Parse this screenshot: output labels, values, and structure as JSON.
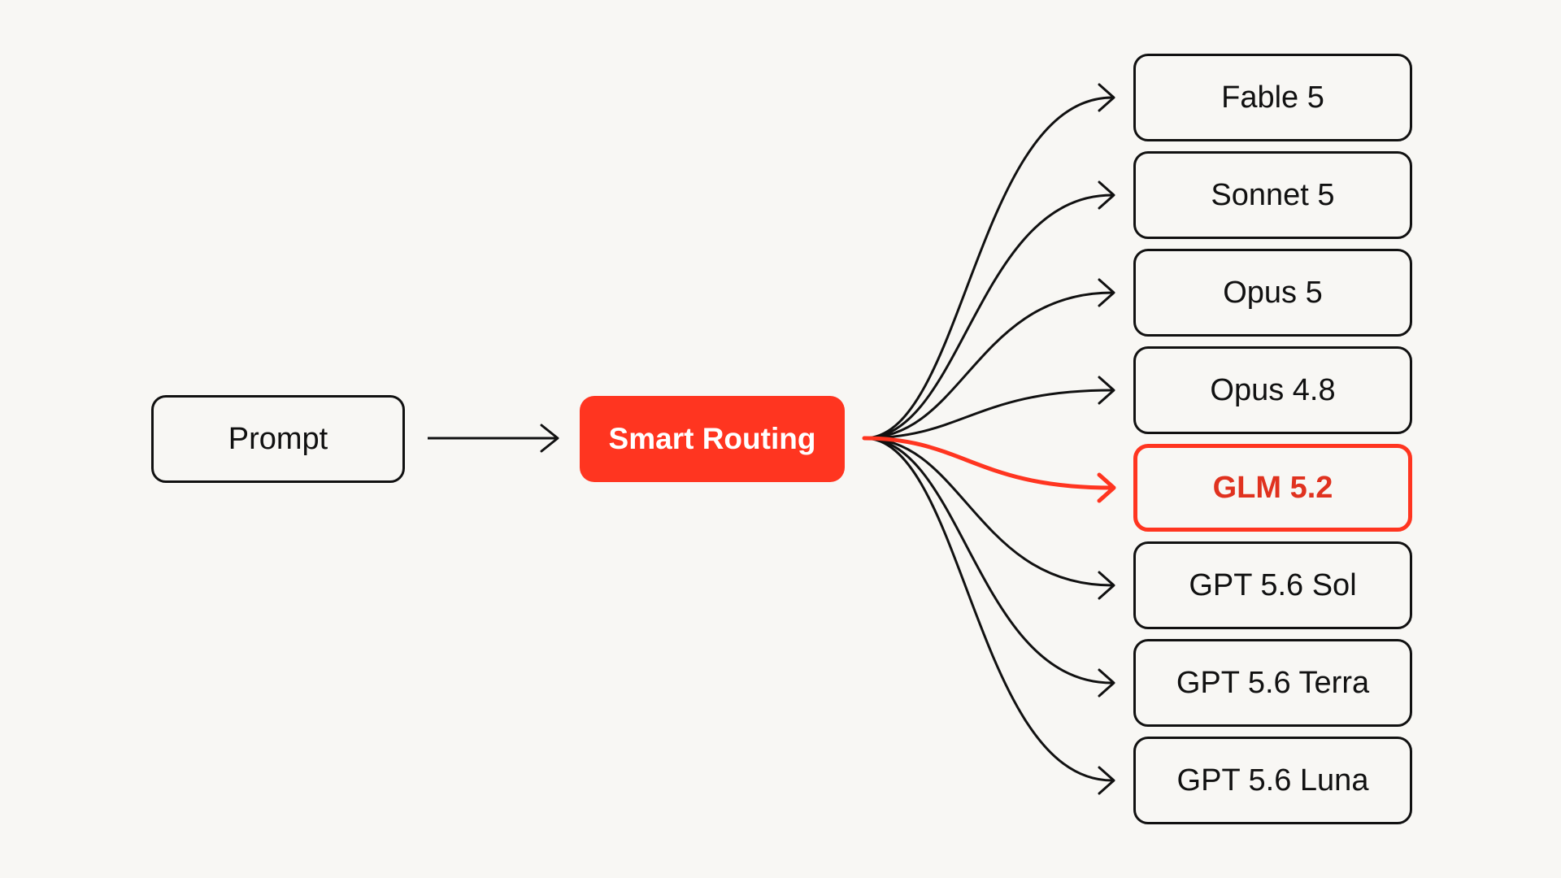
{
  "nodes": {
    "prompt": "Prompt",
    "router": "Smart Routing"
  },
  "targets": [
    {
      "label": "Fable 5",
      "selected": false
    },
    {
      "label": "Sonnet 5",
      "selected": false
    },
    {
      "label": "Opus 5",
      "selected": false
    },
    {
      "label": "Opus 4.8",
      "selected": false
    },
    {
      "label": "GLM 5.2",
      "selected": true
    },
    {
      "label": "GPT 5.6 Sol",
      "selected": false
    },
    {
      "label": "GPT 5.6 Terra",
      "selected": false
    },
    {
      "label": "GPT 5.6 Luna",
      "selected": false
    }
  ],
  "colors": {
    "background": "#f8f7f4",
    "accent": "#ff3520",
    "stroke": "#111111",
    "selected_text": "#e0321f",
    "router_text": "#ffffff"
  }
}
